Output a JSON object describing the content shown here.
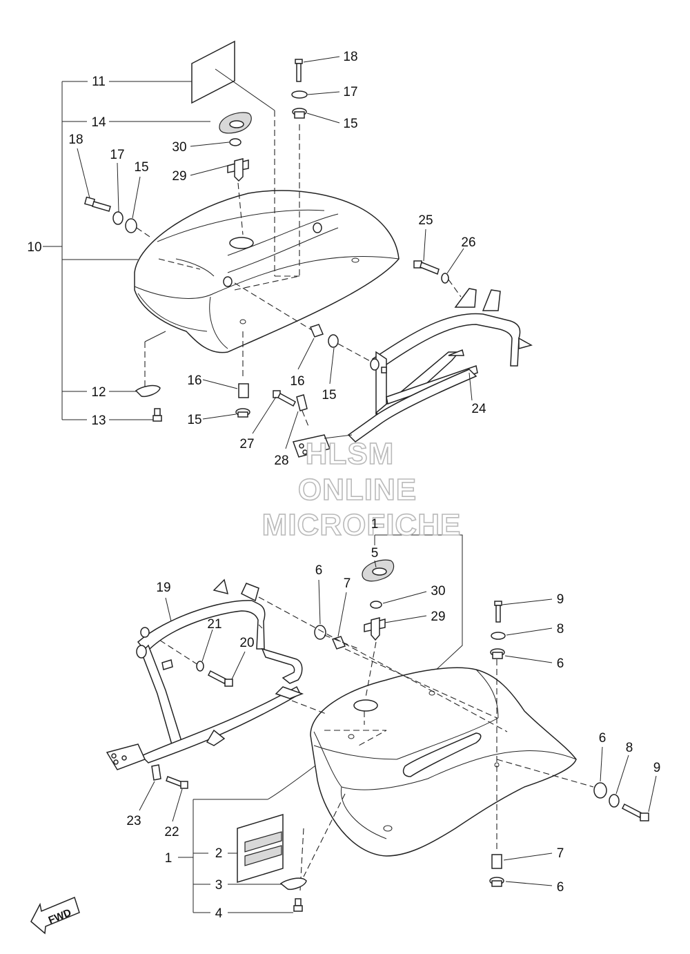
{
  "watermark": {
    "line1": "HLSM",
    "line2": "ONLINE",
    "line3": "MICROFICHE"
  },
  "fwd_arrow": "FWD",
  "callouts": {
    "c11": "11",
    "c14": "14",
    "c10": "10",
    "c12": "12",
    "c13": "13",
    "c18a": "18",
    "c17a": "17",
    "c15a": "15",
    "c18b": "18",
    "c17b": "17",
    "c15b": "15",
    "c30a": "30",
    "c29a": "29",
    "c25": "25",
    "c26": "26",
    "c24": "24",
    "c16a": "16",
    "c16b": "16",
    "c15c": "15",
    "c15d": "15",
    "c27": "27",
    "c28": "28",
    "c1a": "1",
    "c5": "5",
    "c6a": "6",
    "c7a": "7",
    "c30b": "30",
    "c29b": "29",
    "c9a": "9",
    "c8a": "8",
    "c6b": "6",
    "c19": "19",
    "c21": "21",
    "c20": "20",
    "c6c": "6",
    "c8b": "8",
    "c9b": "9",
    "c23": "23",
    "c22": "22",
    "c1b": "1",
    "c2": "2",
    "c3": "3",
    "c4": "4",
    "c7b": "7",
    "c6d": "6"
  }
}
